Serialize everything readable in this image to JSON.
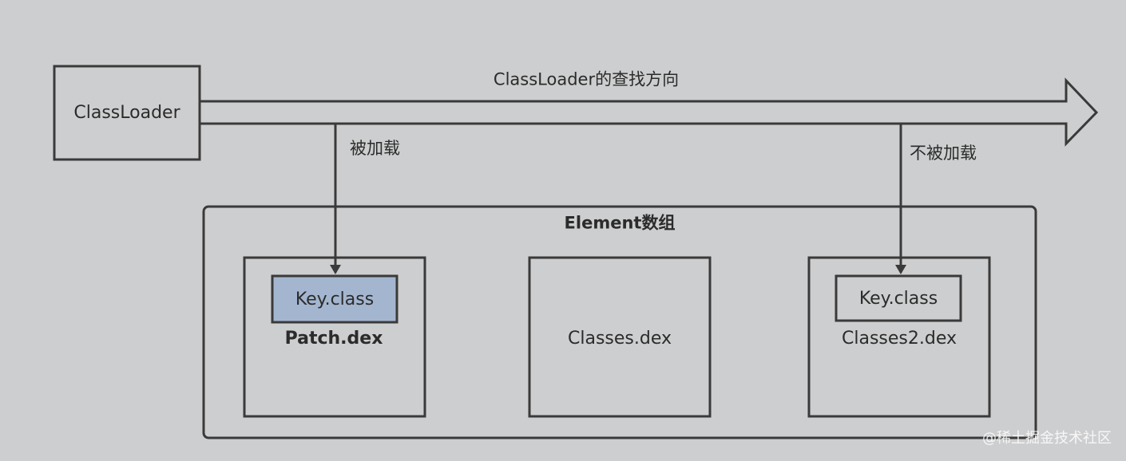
{
  "diagram": {
    "loader_label": "ClassLoader",
    "direction_label": "ClassLoader的查找方向",
    "loaded_label": "被加载",
    "not_loaded_label": "不被加载",
    "element_array_label": "Element数组",
    "dex_files": [
      {
        "name": "Patch.dex",
        "class_label": "Key.class",
        "highlighted": true
      },
      {
        "name": "Classes.dex"
      },
      {
        "name": "Classes2.dex",
        "class_label": "Key.class",
        "highlighted": false
      }
    ]
  },
  "watermark": "@稀土掘金技术社区",
  "colors": {
    "background": "#cdcecf",
    "stroke": "#3a3a3a",
    "highlight_fill": "#a4b6cf"
  }
}
